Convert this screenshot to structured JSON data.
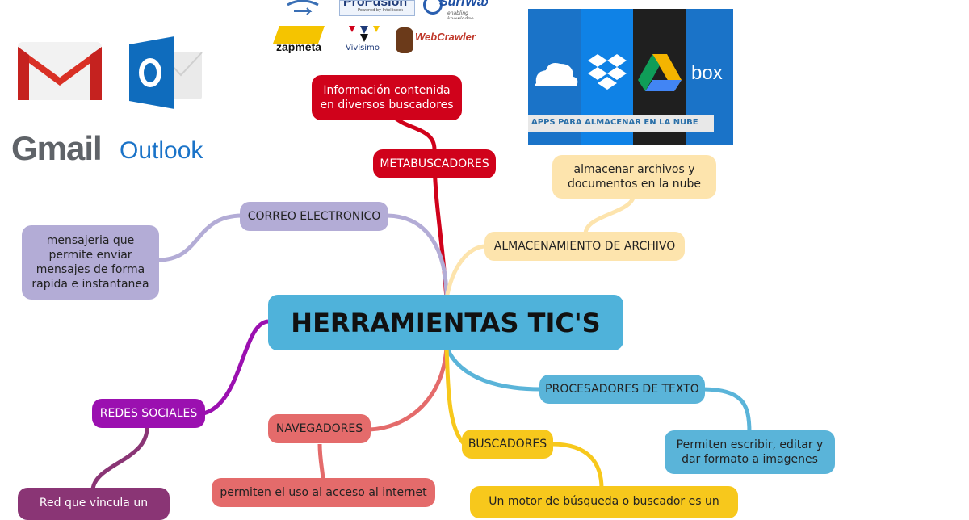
{
  "central": {
    "label": "HERRAMIENTAS TIC'S"
  },
  "branches": {
    "metabuscadores": {
      "label": "METABUSCADORES",
      "detail": "Información contenida en diversos buscadores",
      "color": "#d0021b"
    },
    "correo": {
      "label": "CORREO ELECTRONICO",
      "detail": "mensajeria que permite enviar mensajes de forma rapida e instantanea",
      "color": "#b3acd6"
    },
    "almacenamiento": {
      "label": "ALMACENAMIENTO DE ARCHIVO",
      "detail": "almacenar archivos y documentos en la nube",
      "color": "#fde4ad"
    },
    "procesadores": {
      "label": "PROCESADORES DE TEXTO",
      "detail": "Permiten escribir, editar y dar formato a imagenes",
      "color": "#5ab4d9"
    },
    "redes": {
      "label": "REDES SOCIALES",
      "detail": "Red que vincula un",
      "color": "#9b10b0"
    },
    "navegadores": {
      "label": "NAVEGADORES",
      "detail": "permiten el uso al acceso al internet",
      "color": "#e46b6b"
    },
    "buscadores": {
      "label": "BUSCADORES",
      "detail": "Un motor de búsqueda o buscador es un",
      "color": "#f7c81c"
    }
  },
  "images": {
    "gmail_word": "Gmail",
    "outlook_word": "Outlook",
    "cloud_caption": "APPS PARA ALMACENAR EN LA NUBE",
    "box_word": "box",
    "metasearch_logos": [
      "ProFusion",
      "SurfWax",
      "zapmeta",
      "Vivísimo",
      "WebCrawler"
    ],
    "profusion_sub": "Powered by Intelliseek",
    "surfwax_sub": "enabling knowledge"
  }
}
